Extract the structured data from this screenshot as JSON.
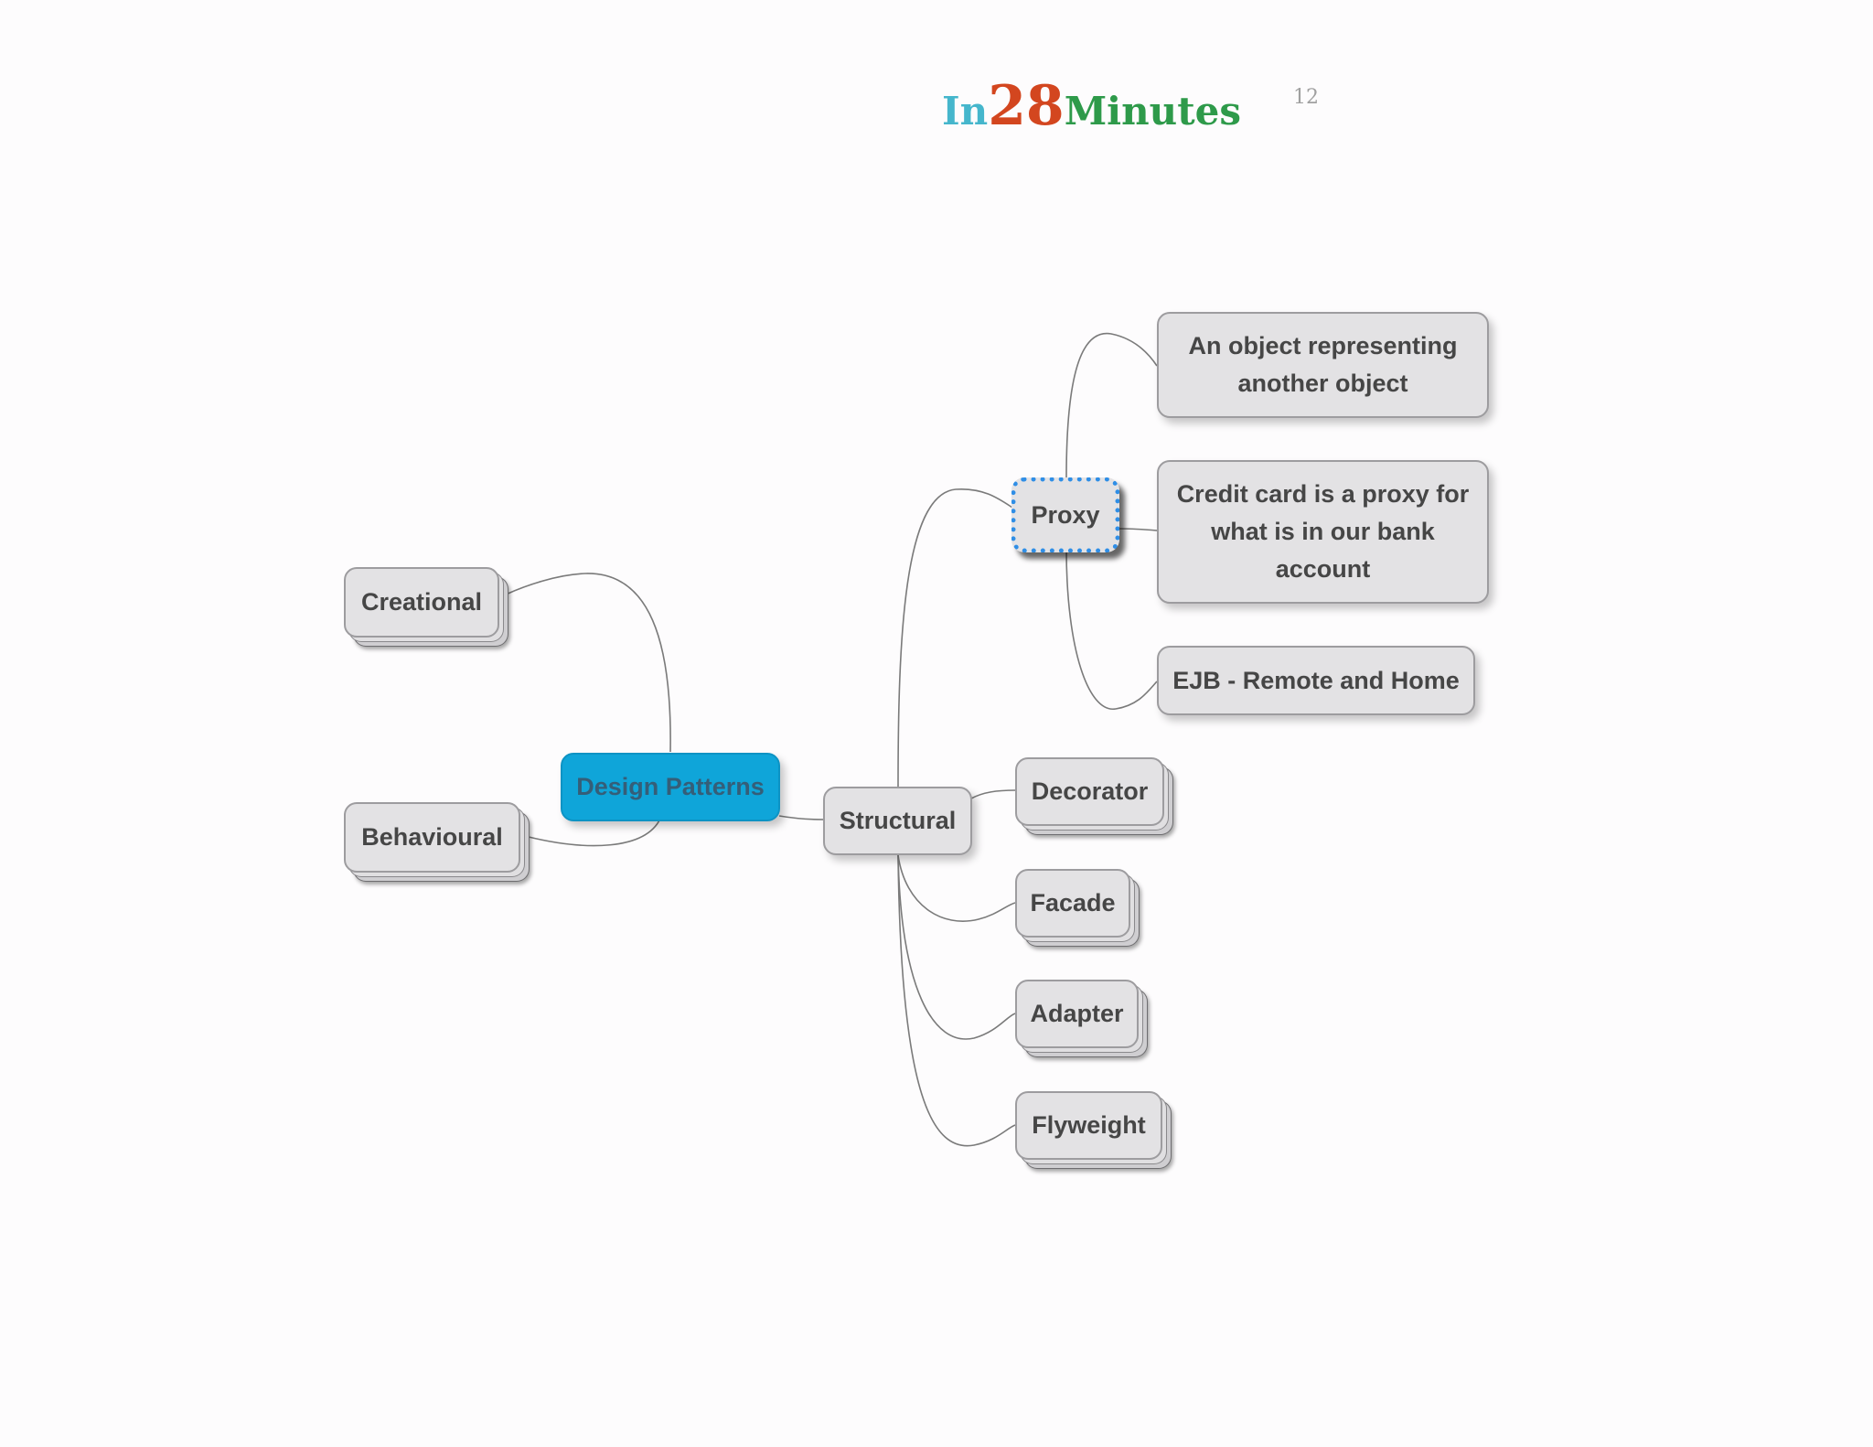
{
  "header": {
    "logo": {
      "part1": "In",
      "part2": "28",
      "part3": "Minutes"
    },
    "page_number": "12"
  },
  "colors": {
    "logo_in": "#45b6cc",
    "logo_28": "#d3461f",
    "logo_minutes": "#2e9a4a",
    "node_fill": "#e3e2e4",
    "root_fill": "#0fa5d9",
    "selection_outline": "#2f8ee6"
  },
  "mindmap": {
    "root": "Design Patterns",
    "creational": "Creational",
    "behavioural": "Behavioural",
    "structural": "Structural",
    "structural_children": {
      "decorator": "Decorator",
      "facade": "Facade",
      "adapter": "Adapter",
      "flyweight": "Flyweight"
    },
    "proxy": {
      "label": "Proxy",
      "notes": [
        "An object representing another object",
        "Credit card is a proxy for what is in our bank account",
        "EJB - Remote and Home"
      ]
    }
  }
}
